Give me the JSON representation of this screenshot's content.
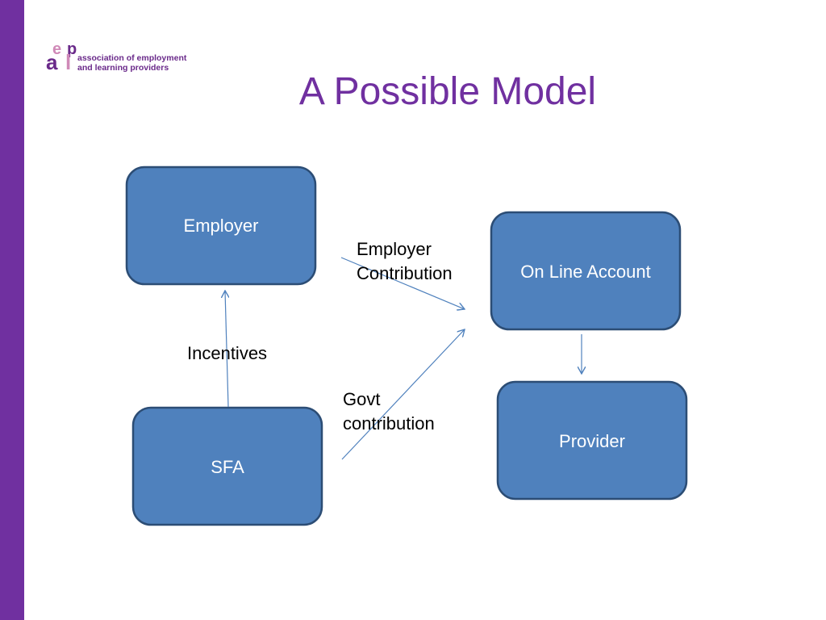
{
  "slide": {
    "title": "A Possible Model",
    "side_bar_color": "#7030a0"
  },
  "logo": {
    "letters": [
      "a",
      "e",
      "l",
      "p"
    ],
    "text_line_1": "association of employment",
    "text_line_2": "and learning providers"
  },
  "diagram": {
    "box_color": "#4f81bd",
    "box_border_color": "#2c4d75",
    "arrow_color": "#4f81bd",
    "nodes": {
      "employer": "Employer",
      "online_account": "On Line Account",
      "sfa": "SFA",
      "provider": "Provider"
    },
    "labels": {
      "employer_contribution": [
        "Employer",
        "Contribution"
      ],
      "govt_contribution": [
        "Govt",
        "contribution"
      ],
      "incentives": "Incentives"
    }
  }
}
